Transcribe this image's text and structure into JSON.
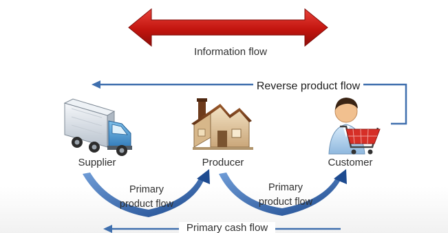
{
  "labels": {
    "information_flow": "Information flow",
    "reverse_product_flow": "Reverse product flow",
    "supplier": "Supplier",
    "producer": "Producer",
    "customer": "Customer",
    "primary_product_flow_1": "Primary product flow",
    "primary_product_flow_2": "Primary product flow",
    "primary_cash_flow": "Primary cash flow"
  },
  "icons": {
    "supplier": "delivery-truck-icon",
    "producer": "factory-icon",
    "customer": "shopper-with-cart-icon"
  },
  "colors": {
    "information_arrow": "#c0140f",
    "flow_arrows": "#3f6fae",
    "curved_arrows": "#2b5aa0"
  }
}
